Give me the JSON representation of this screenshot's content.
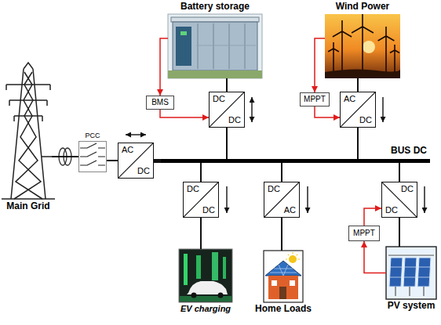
{
  "diagram": {
    "nodes": [
      {
        "text": [
          "Battery storage"
        ]
      },
      {
        "text": [
          "Wind Power"
        ]
      },
      {
        "text": [
          "BMS"
        ]
      },
      {
        "text": [
          "DC",
          "DC"
        ]
      },
      {
        "text": [
          "MPPT"
        ]
      },
      {
        "text": [
          "AC",
          "DC"
        ]
      },
      {
        "text": [
          "PCC"
        ]
      },
      {
        "text": [
          "AC",
          "DC"
        ]
      },
      {
        "text": [
          "BUS DC"
        ]
      },
      {
        "text": [
          "Main Grid"
        ]
      },
      {
        "text": [
          "DC",
          "DC"
        ]
      },
      {
        "text": [
          "DC",
          "AC"
        ]
      },
      {
        "text": [
          "DC",
          "DC"
        ]
      },
      {
        "text": [
          "MPPT"
        ]
      },
      {
        "text": [
          "EV charging"
        ]
      },
      {
        "text": [
          "Home Loads"
        ]
      },
      {
        "text": [
          "PV system"
        ]
      }
    ],
    "edges": [
      {
        "from": 0,
        "to": 2,
        "arrow": "to"
      },
      {
        "from": 2,
        "to": 3,
        "arrow": "to"
      },
      {
        "from": 0,
        "to": 3,
        "arrow": "none"
      },
      {
        "from": 3,
        "to": 8,
        "arrow": "none"
      },
      {
        "from": 1,
        "to": 4,
        "arrow": "to"
      },
      {
        "from": 4,
        "to": 5,
        "arrow": "to"
      },
      {
        "from": 1,
        "to": 5,
        "arrow": "none"
      },
      {
        "from": 5,
        "to": 8,
        "arrow": "none"
      },
      {
        "from": 9,
        "to": 6,
        "arrow": "none"
      },
      {
        "from": 6,
        "to": 7,
        "arrow": "none"
      },
      {
        "from": 7,
        "to": 8,
        "arrow": "none"
      },
      {
        "from": 8,
        "to": 10,
        "arrow": "none"
      },
      {
        "from": 10,
        "to": 14,
        "arrow": "none"
      },
      {
        "from": 8,
        "to": 11,
        "arrow": "none"
      },
      {
        "from": 11,
        "to": 15,
        "arrow": "none"
      },
      {
        "from": 8,
        "to": 12,
        "arrow": "none"
      },
      {
        "from": 12,
        "to": 16,
        "arrow": "none"
      },
      {
        "from": 16,
        "to": 13,
        "arrow": "to"
      },
      {
        "from": 13,
        "to": 12,
        "arrow": "to"
      }
    ]
  }
}
